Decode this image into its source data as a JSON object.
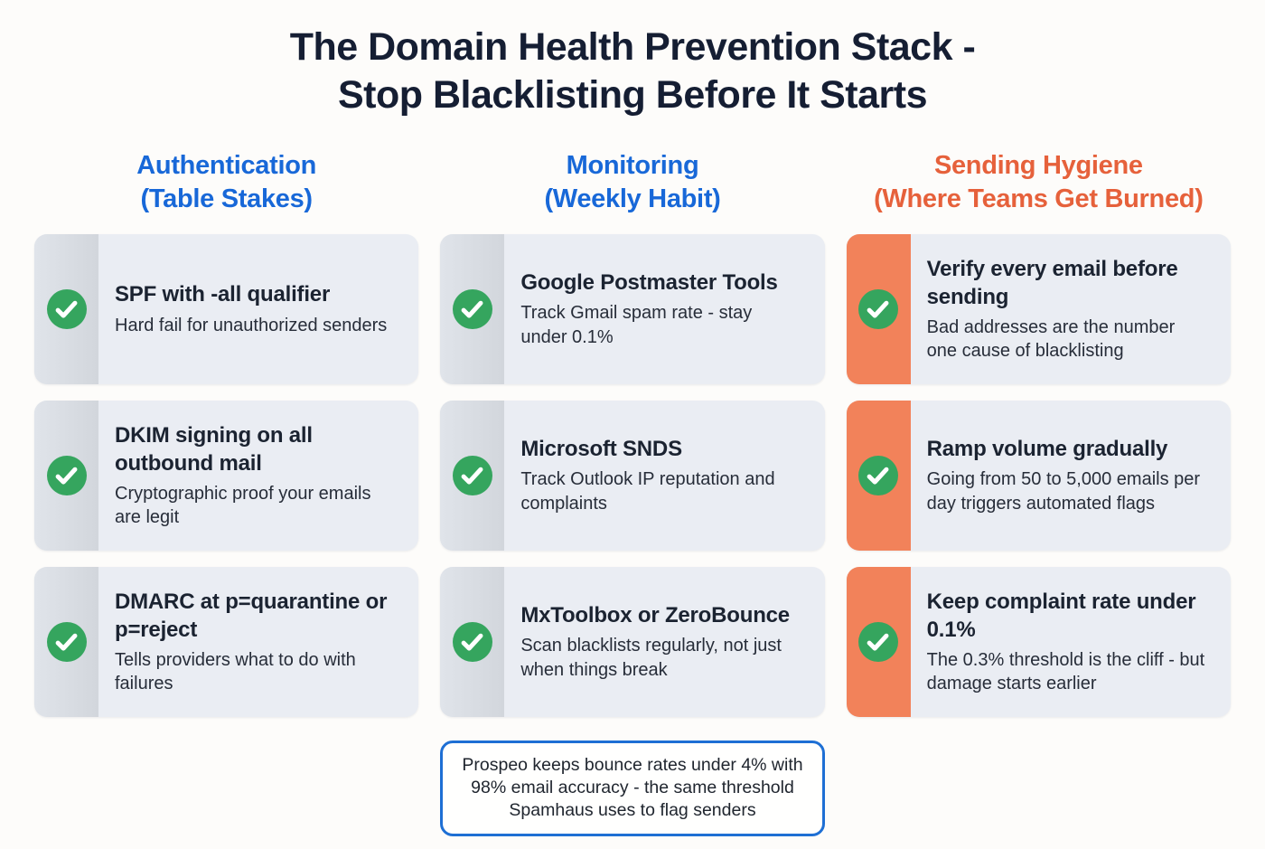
{
  "title": {
    "line1": "The Domain Health Prevention Stack -",
    "line2": "Stop Blacklisting Before It Starts"
  },
  "columns": [
    {
      "id": "authentication",
      "header_line1": "Authentication",
      "header_line2": "(Table Stakes)",
      "accent": "blue",
      "cards": [
        {
          "title": "SPF with -all qualifier",
          "description": "Hard fail for unauthorized senders"
        },
        {
          "title": "DKIM signing on all outbound mail",
          "description": "Cryptographic proof your emails are legit"
        },
        {
          "title": "DMARC at p=quarantine or p=reject",
          "description": "Tells providers what to do with failures"
        }
      ]
    },
    {
      "id": "monitoring",
      "header_line1": "Monitoring",
      "header_line2": "(Weekly Habit)",
      "accent": "blue",
      "cards": [
        {
          "title": "Google Postmaster Tools",
          "description": "Track Gmail spam rate - stay under 0.1%"
        },
        {
          "title": "Microsoft SNDS",
          "description": "Track Outlook IP reputation and complaints"
        },
        {
          "title": "MxToolbox or ZeroBounce",
          "description": "Scan blacklists regularly, not just when things break"
        }
      ]
    },
    {
      "id": "sending-hygiene",
      "header_line1": "Sending Hygiene",
      "header_line2": "(Where Teams Get Burned)",
      "accent": "orange",
      "cards": [
        {
          "title": "Verify every email before sending",
          "description": "Bad addresses are the number one cause of blacklisting"
        },
        {
          "title": "Ramp volume gradually",
          "description": "Going from 50 to 5,000 emails per day triggers automated flags"
        },
        {
          "title": "Keep complaint rate under 0.1%",
          "description": "The 0.3% threshold is the cliff - but damage starts earlier"
        }
      ]
    }
  ],
  "footer_note": "Prospeo keeps bounce rates under 4% with 98% email accuracy - the same threshold Spamhaus uses to flag senders",
  "icons": {
    "check": {
      "name": "check-icon",
      "glyph": "✓"
    }
  },
  "colors": {
    "background": "#fdfcfa",
    "title_text": "#151e33",
    "blue_accent": "#1868d8",
    "orange_accent": "#e6613b",
    "card_body": "#eaedf3",
    "gray_strip": "#e0e4ea",
    "gray_strip_edge": "#d2d6dc",
    "orange_strip": "#f2825a",
    "check_green": "#35a55e",
    "check_mark": "#ffffff",
    "card_title_text": "#1b2331",
    "card_desc_text": "#272d39",
    "note_border": "#1e6fd4",
    "note_text": "#20262f"
  }
}
